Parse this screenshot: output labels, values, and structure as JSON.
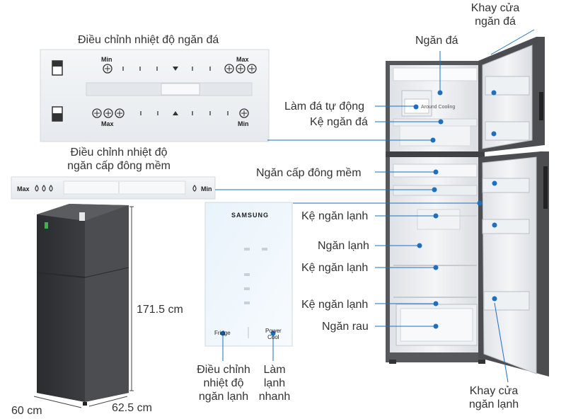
{
  "labels": {
    "freezer_control_title": "Điều chỉnh nhiệt độ ngăn đá",
    "soft_freeze_title_1": "Điều chỉnh nhiệt độ",
    "soft_freeze_title_2": "ngăn cấp đông mềm",
    "freezer_door": [
      "Khay cửa",
      "ngăn đá"
    ],
    "freezer": "Ngăn đá",
    "auto_ice": "Làm đá tự động",
    "freezer_shelf": "Kệ ngăn đá",
    "soft_freeze": "Ngăn cấp đông mềm",
    "fridge_shelf_1": "Kệ ngăn lạnh",
    "fridge": "Ngăn lạnh",
    "fridge_shelf_2": "Kệ ngăn lạnh",
    "fridge_shelf_3": "Kệ ngăn lạnh",
    "vegetable": "Ngăn rau",
    "fridge_door": [
      "Khay cửa",
      "ngăn lạnh"
    ],
    "fridge_control": [
      "Điều chỉnh",
      "nhiệt độ",
      "ngăn lạnh"
    ],
    "power_cool": [
      "Làm",
      "lạnh",
      "nhanh"
    ],
    "height": "171.5 cm",
    "width": "60 cm",
    "depth": "62.5 cm"
  },
  "panel_freezer": {
    "min": "Min",
    "max": "Max",
    "min2": "Max",
    "max2": "Min"
  },
  "panel_soft": {
    "max": "Max",
    "min": "Min"
  },
  "panel_fridge": {
    "brand": "SAMSUNG",
    "fridge_btn": "Fridge",
    "power_cool_btn": [
      "Power",
      "Cool"
    ]
  },
  "fridge_inside_text": "Around Cooling",
  "colors": {
    "callout_line": "#1e6fbf",
    "callout_dot": "#1e6fbf",
    "body_dark": "#4a4c50",
    "text": "#333333"
  }
}
